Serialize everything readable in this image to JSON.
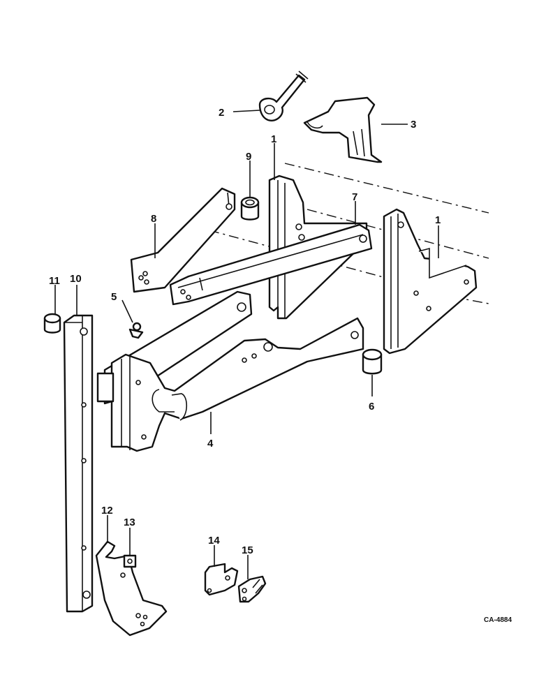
{
  "diagram": {
    "drawing_code": "CA-4884",
    "callouts": [
      {
        "id": "c1a",
        "label": "1"
      },
      {
        "id": "c1b",
        "label": "1"
      },
      {
        "id": "c2",
        "label": "2"
      },
      {
        "id": "c3",
        "label": "3"
      },
      {
        "id": "c4",
        "label": "4"
      },
      {
        "id": "c5",
        "label": "5"
      },
      {
        "id": "c6",
        "label": "6"
      },
      {
        "id": "c7",
        "label": "7"
      },
      {
        "id": "c8",
        "label": "8"
      },
      {
        "id": "c9",
        "label": "9"
      },
      {
        "id": "c10",
        "label": "10"
      },
      {
        "id": "c11",
        "label": "11"
      },
      {
        "id": "c12",
        "label": "12"
      },
      {
        "id": "c13",
        "label": "13"
      },
      {
        "id": "c14",
        "label": "14"
      },
      {
        "id": "c15",
        "label": "15"
      }
    ]
  }
}
